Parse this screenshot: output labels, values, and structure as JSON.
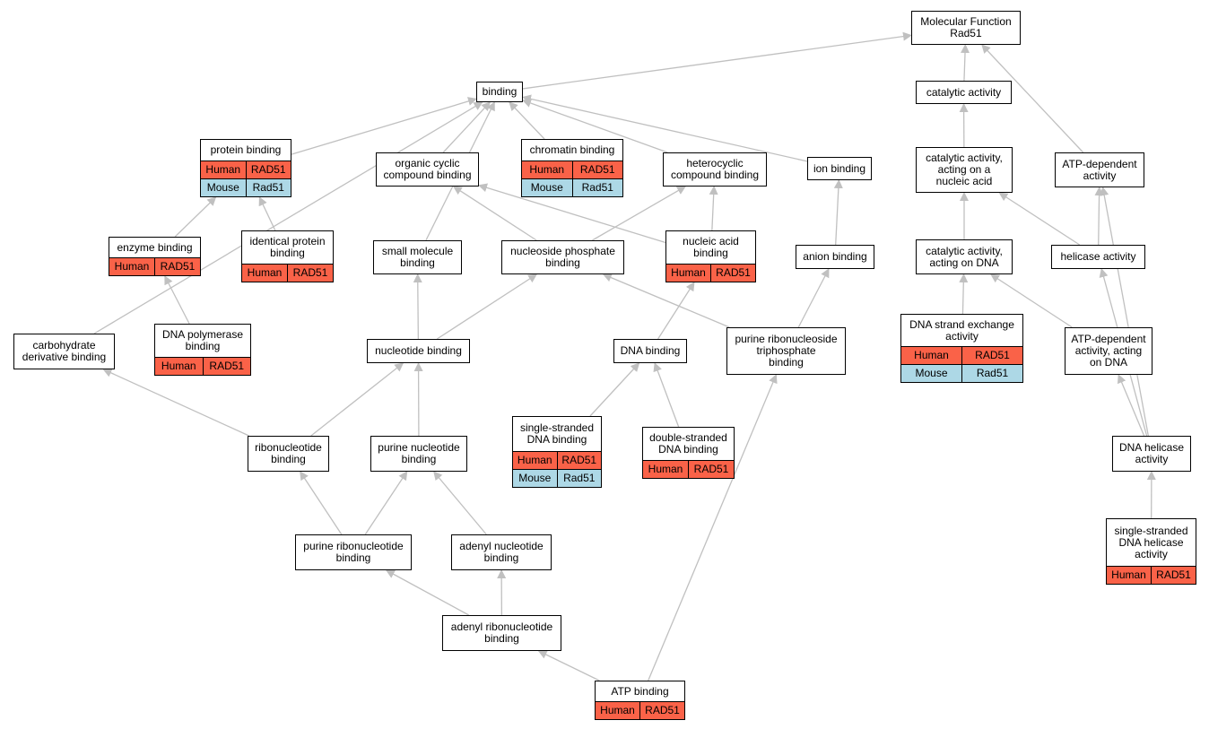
{
  "colors": {
    "human": "#fa6248",
    "mouse": "#add8e6",
    "edge": "#c0c0c0",
    "border": "#000000"
  },
  "terms": {
    "molecular_function": {
      "label": "Molecular Function\nRad51"
    },
    "binding": {
      "label": "binding"
    },
    "catalytic_activity": {
      "label": "catalytic activity"
    },
    "protein_binding": {
      "label": "protein binding",
      "rows": [
        [
          "Human",
          "RAD51"
        ],
        [
          "Mouse",
          "Rad51"
        ]
      ]
    },
    "organic_cyclic": {
      "label": "organic cyclic\ncompound binding"
    },
    "chromatin_binding": {
      "label": "chromatin binding",
      "rows": [
        [
          "Human",
          "RAD51"
        ],
        [
          "Mouse",
          "Rad51"
        ]
      ]
    },
    "heterocyclic": {
      "label": "heterocyclic\ncompound binding"
    },
    "ion_binding": {
      "label": "ion binding"
    },
    "catalytic_nucleic": {
      "label": "catalytic activity,\nacting on a\nnucleic acid"
    },
    "atp_dependent": {
      "label": "ATP-dependent\nactivity"
    },
    "enzyme_binding": {
      "label": "enzyme binding",
      "rows": [
        [
          "Human",
          "RAD51"
        ]
      ]
    },
    "identical_protein": {
      "label": "identical protein\nbinding",
      "rows": [
        [
          "Human",
          "RAD51"
        ]
      ]
    },
    "small_molecule": {
      "label": "small molecule\nbinding"
    },
    "nucleoside_phosphate": {
      "label": "nucleoside phosphate\nbinding"
    },
    "nucleic_acid_binding": {
      "label": "nucleic acid\nbinding",
      "rows": [
        [
          "Human",
          "RAD51"
        ]
      ]
    },
    "anion_binding": {
      "label": "anion binding"
    },
    "catalytic_dna": {
      "label": "catalytic activity,\nacting on DNA"
    },
    "helicase_activity": {
      "label": "helicase activity"
    },
    "dna_polymerase": {
      "label": "DNA polymerase\nbinding",
      "rows": [
        [
          "Human",
          "RAD51"
        ]
      ]
    },
    "carbohydrate": {
      "label": "carbohydrate\nderivative binding"
    },
    "nucleotide_binding": {
      "label": "nucleotide binding"
    },
    "dna_binding": {
      "label": "DNA binding"
    },
    "purine_ribonucleoside_tp": {
      "label": "purine ribonucleoside\ntriphosphate\nbinding"
    },
    "dna_strand_exchange": {
      "label": "DNA strand exchange\nactivity",
      "rows": [
        [
          "Human",
          "RAD51"
        ],
        [
          "Mouse",
          "Rad51"
        ]
      ]
    },
    "atp_dependent_dna": {
      "label": "ATP-dependent\nactivity, acting\non DNA"
    },
    "ribonucleotide": {
      "label": "ribonucleotide\nbinding"
    },
    "purine_nucleotide": {
      "label": "purine nucleotide\nbinding"
    },
    "ss_dna_binding": {
      "label": "single-stranded\nDNA binding",
      "rows": [
        [
          "Human",
          "RAD51"
        ],
        [
          "Mouse",
          "Rad51"
        ]
      ]
    },
    "ds_dna_binding": {
      "label": "double-stranded\nDNA binding",
      "rows": [
        [
          "Human",
          "RAD51"
        ]
      ]
    },
    "dna_helicase": {
      "label": "DNA helicase\nactivity"
    },
    "purine_ribonucleotide": {
      "label": "purine ribonucleotide\nbinding"
    },
    "adenyl_nucleotide": {
      "label": "adenyl nucleotide\nbinding"
    },
    "ss_dna_helicase": {
      "label": "single-stranded\nDNA helicase\nactivity",
      "rows": [
        [
          "Human",
          "RAD51"
        ]
      ]
    },
    "adenyl_ribonucleotide": {
      "label": "adenyl ribonucleotide\nbinding"
    },
    "atp_binding": {
      "label": "ATP binding",
      "rows": [
        [
          "Human",
          "RAD51"
        ]
      ]
    }
  },
  "edges": [
    [
      "binding",
      "molecular_function"
    ],
    [
      "catalytic_activity",
      "molecular_function"
    ],
    [
      "atp_dependent",
      "molecular_function"
    ],
    [
      "protein_binding",
      "binding"
    ],
    [
      "organic_cyclic",
      "binding"
    ],
    [
      "chromatin_binding",
      "binding"
    ],
    [
      "heterocyclic",
      "binding"
    ],
    [
      "ion_binding",
      "binding"
    ],
    [
      "small_molecule",
      "binding"
    ],
    [
      "carbohydrate",
      "binding"
    ],
    [
      "catalytic_nucleic",
      "catalytic_activity"
    ],
    [
      "enzyme_binding",
      "protein_binding"
    ],
    [
      "identical_protein",
      "protein_binding"
    ],
    [
      "nucleoside_phosphate",
      "organic_cyclic"
    ],
    [
      "nucleoside_phosphate",
      "heterocyclic"
    ],
    [
      "nucleic_acid_binding",
      "organic_cyclic"
    ],
    [
      "nucleic_acid_binding",
      "heterocyclic"
    ],
    [
      "anion_binding",
      "ion_binding"
    ],
    [
      "catalytic_dna",
      "catalytic_nucleic"
    ],
    [
      "helicase_activity",
      "catalytic_nucleic"
    ],
    [
      "helicase_activity",
      "atp_dependent"
    ],
    [
      "dna_helicase",
      "atp_dependent"
    ],
    [
      "dna_polymerase",
      "enzyme_binding"
    ],
    [
      "nucleotide_binding",
      "small_molecule"
    ],
    [
      "nucleotide_binding",
      "nucleoside_phosphate"
    ],
    [
      "purine_ribonucleoside_tp",
      "nucleoside_phosphate"
    ],
    [
      "purine_ribonucleoside_tp",
      "anion_binding"
    ],
    [
      "dna_binding",
      "nucleic_acid_binding"
    ],
    [
      "dna_strand_exchange",
      "catalytic_dna"
    ],
    [
      "atp_dependent_dna",
      "catalytic_dna"
    ],
    [
      "dna_helicase",
      "helicase_activity"
    ],
    [
      "dna_helicase",
      "atp_dependent_dna"
    ],
    [
      "ribonucleotide",
      "carbohydrate"
    ],
    [
      "ribonucleotide",
      "nucleotide_binding"
    ],
    [
      "purine_nucleotide",
      "nucleotide_binding"
    ],
    [
      "ss_dna_binding",
      "dna_binding"
    ],
    [
      "ds_dna_binding",
      "dna_binding"
    ],
    [
      "ss_dna_helicase",
      "dna_helicase"
    ],
    [
      "purine_ribonucleotide",
      "ribonucleotide"
    ],
    [
      "purine_ribonucleotide",
      "purine_nucleotide"
    ],
    [
      "adenyl_nucleotide",
      "purine_nucleotide"
    ],
    [
      "adenyl_ribonucleotide",
      "purine_ribonucleotide"
    ],
    [
      "adenyl_ribonucleotide",
      "adenyl_nucleotide"
    ],
    [
      "atp_binding",
      "adenyl_ribonucleotide"
    ],
    [
      "atp_binding",
      "purine_ribonucleoside_tp"
    ]
  ]
}
